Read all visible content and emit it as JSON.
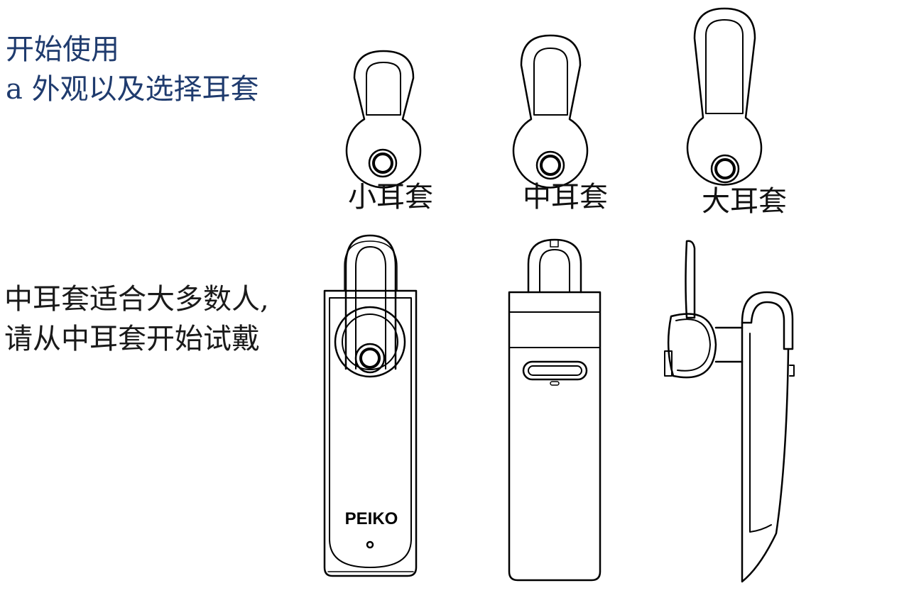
{
  "heading": "开始使用",
  "subheading": "a 外观以及选择耳套",
  "ear_tips": {
    "small": "小耳套",
    "medium": "中耳套",
    "large": "大耳套"
  },
  "note": {
    "line1": "中耳套适合大多数人,",
    "line2": "请从中耳套开始试戴"
  },
  "brand_logo": "PEIKO"
}
